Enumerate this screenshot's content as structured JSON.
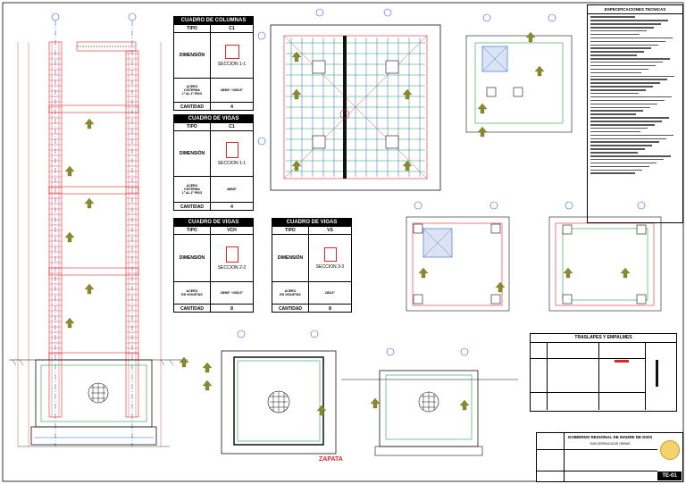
{
  "columns_table": {
    "title": "CUADRO DE COLUMNAS",
    "tipo_label": "TIPO",
    "tipo_value": "C1",
    "dimension_label": "DIMENSIÓN",
    "section_label": "SECCION 1-1",
    "acero_label": "ACERO\nCISTERNA\n1° AL 2° PISO",
    "acero_value": "4Ø5/8\" +2Ø1/2\"",
    "cantidad_label": "CANTIDAD",
    "cantidad_value": "4"
  },
  "beams_table_1": {
    "title": "CUADRO DE VIGAS",
    "tipo_label": "TIPO",
    "tipo_value": "C1",
    "dimension_label": "DIMENSIÓN",
    "section_label": "SECCION 1-1",
    "acero_label": "ACERO\nCISTERNA\n1° AL 2° PISO",
    "acero_value": "4Ø5/8\"",
    "cantidad_label": "CANTIDAD",
    "cantidad_value": "4"
  },
  "beams_table_2": {
    "title": "CUADRO DE VIGAS",
    "tipo_label": "TIPO",
    "tipo_value": "VCH",
    "dimension_label": "DIMENSIÓN",
    "section_label": "SECCION 2-2",
    "acero_label": "ACERO\nEN VIGUETAS",
    "acero_value": "2Ø5/8\" +2Ø1/2\"",
    "cantidad_label": "CANTIDAD",
    "cantidad_value": "8"
  },
  "beams_table_3": {
    "title": "CUADRO DE VIGAS",
    "tipo_label": "TIPO",
    "tipo_value": "VS",
    "dimension_label": "DIMENSIÓN",
    "section_label": "SECCION 3-3",
    "acero_label": "ACERO\nEN VIGUETAS",
    "acero_value": "2Ø1/2\"",
    "cantidad_label": "CANTIDAD",
    "cantidad_value": "8"
  },
  "specs": {
    "title": "ESPECIFICACIONES TECNICAS"
  },
  "traslapes": {
    "title": "TRASLAPES Y EMPALMES"
  },
  "zapata_label": "ZAPATA",
  "title_block": {
    "org": "GOBIERNO REGIONAL DE MADRE DE DIOS",
    "sub": "SUB GERENCIA DE OBRAS",
    "sheet": "TE-01"
  },
  "colors": {
    "line_red": "#e0262b",
    "line_green": "#1aa34a",
    "line_blue": "#2a5fd1",
    "ink": "#111111",
    "marker": "#8a8a2a"
  }
}
